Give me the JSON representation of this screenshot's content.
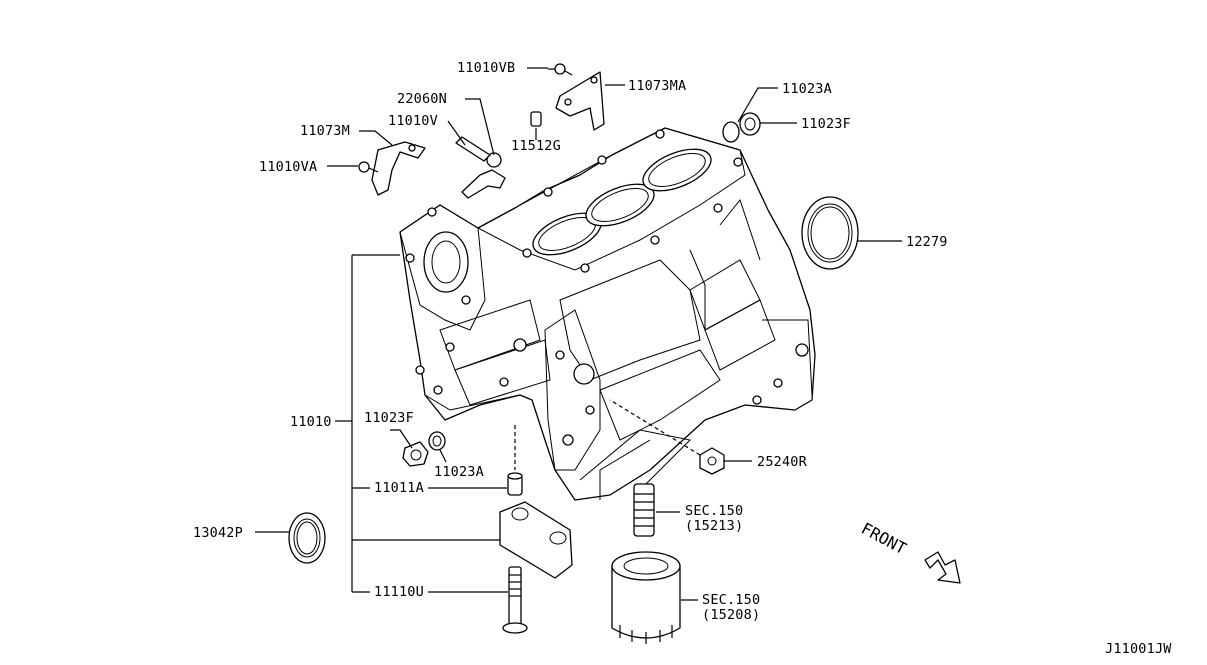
{
  "labels": {
    "p11010VB": "11010VB",
    "p11073MA": "11073MA",
    "p11023A_top": "11023A",
    "p11023F_top": "11023F",
    "p22060N": "22060N",
    "p11010V": "11010V",
    "p11073M": "11073M",
    "p11010VA": "11010VA",
    "p11512G": "11512G",
    "p12279": "12279",
    "p11010": "11010",
    "p11023F_mid": "11023F",
    "p11023A_mid": "11023A",
    "p11011A": "11011A",
    "p13042P": "13042P",
    "p11110U": "11110U",
    "p25240R": "25240R",
    "sec150_a_line1": "SEC.150",
    "sec150_a_line2": "(15213)",
    "sec150_b_line1": "SEC.150",
    "sec150_b_line2": "(15208)",
    "front": "FRONT",
    "diagram_code": "J11001JW"
  }
}
